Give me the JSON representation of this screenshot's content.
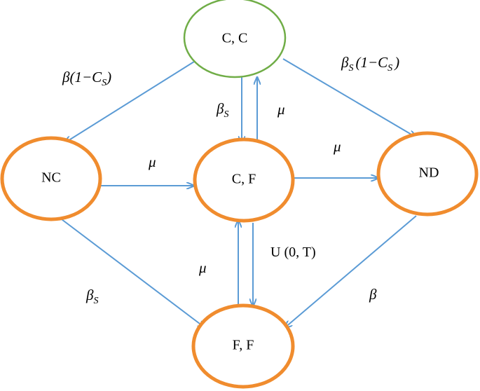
{
  "colors": {
    "edge": "#5b9bd5",
    "node_orange": "#f08c2e",
    "node_green": "#70ad47"
  },
  "nodes": {
    "cc": {
      "label": "C, C",
      "stroke": "green"
    },
    "nc": {
      "label": "NC",
      "stroke": "orange"
    },
    "cf": {
      "label": "C, F",
      "stroke": "orange"
    },
    "nd": {
      "label": "ND",
      "stroke": "orange"
    },
    "ff": {
      "label": "F, F",
      "stroke": "orange"
    }
  },
  "edges": {
    "cc_to_nc": {
      "from": "C, C",
      "to": "NC",
      "label": {
        "main": "β(1−C",
        "sub": "S",
        "tail": ")"
      }
    },
    "cc_to_nd": {
      "from": "C, C",
      "to": "ND",
      "label": {
        "main": "β",
        "sub": "S",
        "mid": "(1−C",
        "sub2": "S",
        "tail": ")"
      }
    },
    "cc_to_cf": {
      "from": "C, C",
      "to": "C, F",
      "label": {
        "main": "β",
        "sub": "S"
      }
    },
    "cf_to_cc": {
      "from": "C, F",
      "to": "C, C",
      "label": "μ"
    },
    "nc_to_cf": {
      "from": "NC",
      "to": "C, F",
      "label": "μ"
    },
    "cf_to_nd": {
      "from": "C, F",
      "to": "ND",
      "label": "μ"
    },
    "cf_to_ff": {
      "from": "C, F",
      "to": "F, F",
      "label": "U (0, T)"
    },
    "ff_to_cf": {
      "from": "F, F",
      "to": "C, F",
      "label": "μ"
    },
    "nc_to_ff": {
      "from": "NC",
      "to": "F, F",
      "label": {
        "main": "β",
        "sub": "S"
      }
    },
    "nd_to_ff": {
      "from": "ND",
      "to": "F, F",
      "label": "β"
    }
  }
}
